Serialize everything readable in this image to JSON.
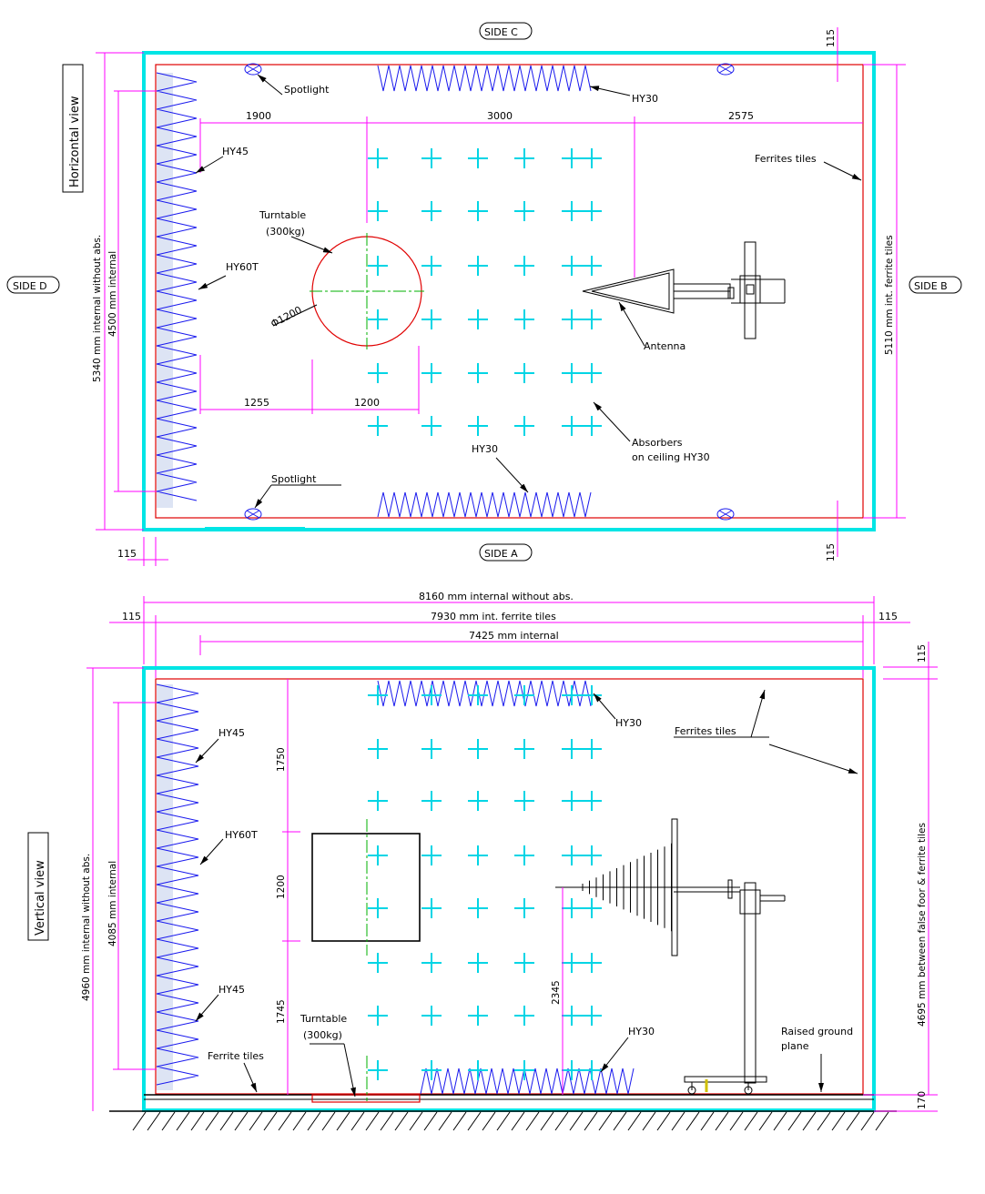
{
  "sides": {
    "a": "SIDE  A",
    "b": "SIDE  B",
    "c": "SIDE  C",
    "d": "SIDE  D"
  },
  "views": {
    "horizontal": "Horizontal  view",
    "vertical": "Vertical  view"
  },
  "top": {
    "spotlight_top": "Spotlight",
    "spotlight_bottom": "Spotlight",
    "hy30_top": "HY30",
    "hy30_bottom": "HY30",
    "hy45": "HY45",
    "hy60t": "HY60T",
    "turntable_1": "Turntable",
    "turntable_2": "(300kg)",
    "diameter": "Φ1200",
    "antenna": "Antenna",
    "ferrites": "Ferrites  tiles",
    "absorbers_1": "Absorbers",
    "absorbers_2": "on  ceiling  HY30",
    "d1900": "1900",
    "d3000": "3000",
    "d2575": "2575",
    "d1255": "1255",
    "d1200": "1200",
    "d115_tr": "115",
    "d115_br": "115",
    "d115_bl": "115",
    "v5340": "5340  mm  internal  without  abs.",
    "v4500": "4500  mm  internal",
    "v5110": "5110  mm  int.  ferrite  tiles"
  },
  "mid": {
    "d8160": "8160  mm  internal  without  abs.",
    "d7930": "7930  mm  int.  ferrite  tiles",
    "d7425": "7425  mm  internal",
    "d115_l": "115",
    "d115_r": "115",
    "d115_v": "115"
  },
  "bottom": {
    "hy45_top": "HY45",
    "hy60t": "HY60T",
    "hy45_bottom": "HY45",
    "hy30_top": "HY30",
    "hy30_bottom": "HY30",
    "ferrites": "Ferrites  tiles",
    "ferrite_tiles": "Ferrite  tiles",
    "turntable_1": "Turntable",
    "turntable_2": "(300kg)",
    "raised_1": "Raised  ground",
    "raised_2": "plane",
    "d1750": "1750",
    "d1200": "1200",
    "d1745": "1745",
    "d2345": "2345",
    "v4960": "4960  mm  internal  without  abs.",
    "v4085": "4085  mm  internal",
    "v4695": "4695  mm  between  false  foor  &  ferrite  tiles",
    "d170": "170"
  }
}
